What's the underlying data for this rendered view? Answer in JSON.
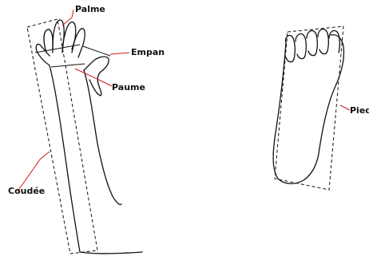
{
  "labels": {
    "palme": "Palme",
    "empan": "Empan",
    "paume": "Paume",
    "coudee": "Coudée",
    "pied": "Pied"
  },
  "colors": {
    "outline": "#111111",
    "leader": "#d11a1a",
    "background": "#ffffff"
  }
}
